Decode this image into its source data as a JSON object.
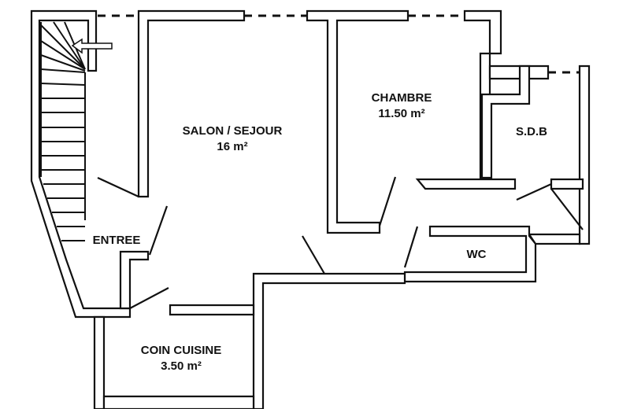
{
  "floor_plan": {
    "rooms": [
      {
        "id": "salon",
        "name": "SALON / SEJOUR",
        "area": "16 m²"
      },
      {
        "id": "chambre",
        "name": "CHAMBRE",
        "area": "11.50 m²"
      },
      {
        "id": "sdb",
        "name": "S.D.B",
        "area": ""
      },
      {
        "id": "entree",
        "name": "ENTREE",
        "area": ""
      },
      {
        "id": "wc",
        "name": "WC",
        "area": ""
      },
      {
        "id": "cuisine",
        "name": "COIN CUISINE",
        "area": "3.50 m²"
      }
    ],
    "colors": {
      "wall": "#111111",
      "fill": "#ffffff"
    }
  }
}
